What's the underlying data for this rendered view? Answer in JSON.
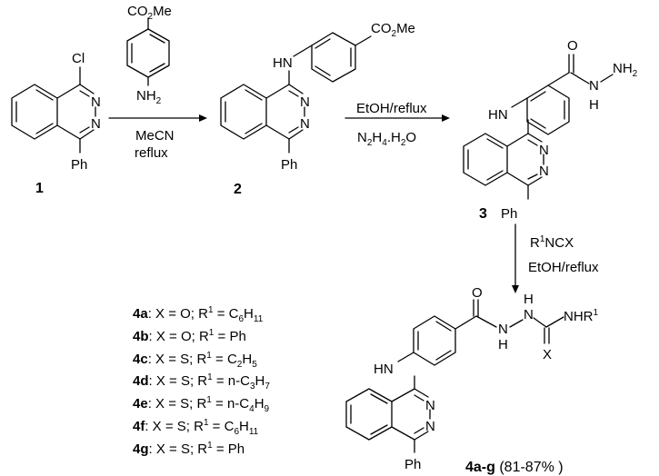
{
  "compounds": {
    "c1": {
      "label": "1",
      "cl": "Cl",
      "ph": "Ph",
      "n1": "N",
      "n2": "N"
    },
    "c2": {
      "label": "2",
      "hn": "HN",
      "co2me": "CO",
      "co2me_sub": "2",
      "co2me_tail": "Me",
      "ph": "Ph",
      "n1": "N",
      "n2": "N"
    },
    "c3": {
      "label": "3",
      "hn": "HN",
      "o": "O",
      "nh": "N",
      "nh_h": "H",
      "nh2": "NH",
      "nh2_sub": "2",
      "ph": "Ph",
      "n1": "N",
      "n2": "N"
    },
    "c4": {
      "label": "4a-g",
      "yield": " (81-87% )",
      "hn": "HN",
      "o": "O",
      "h1": "H",
      "n1": "N",
      "n2": "N",
      "h2": "H",
      "nhr": "NHR",
      "nhr_sup": "1",
      "x": "X",
      "ph": "Ph",
      "nr1": "N",
      "nr2": "N"
    },
    "reagent_aniline": {
      "co2me": "CO",
      "co2me_sub": "2",
      "co2me_tail": "Me",
      "nh2": "NH",
      "nh2_sub": "2"
    }
  },
  "arrows": [
    {
      "above": "",
      "below1": "MeCN",
      "below2": "reflux"
    },
    {
      "above": "EtOH/reflux",
      "below_main": "N",
      "below_sub1": "2",
      "below_mid": "H",
      "below_sub2": "4",
      "below_tail": ".H",
      "below_sub3": "2",
      "below_end": "O"
    },
    {
      "right1_main": "R",
      "right1_sup": "1",
      "right1_tail": "NCX",
      "right2": "EtOH/reflux"
    }
  ],
  "legend": [
    {
      "id": "4a",
      "pre": ": X = O; R",
      "sup": "1",
      "mid": " = C",
      "sub1": "6",
      "h": "H",
      "sub2": "11"
    },
    {
      "id": "4b",
      "pre": ": X = O; R",
      "sup": "1",
      "mid": " = Ph",
      "sub1": "",
      "h": "",
      "sub2": ""
    },
    {
      "id": "4c",
      "pre": ": X = S; R",
      "sup": "1",
      "mid": " = C",
      "sub1": "2",
      "h": "H",
      "sub2": "5"
    },
    {
      "id": "4d",
      "pre": ": X = S; R",
      "sup": "1",
      "mid": " = n-C",
      "sub1": "3",
      "h": "H",
      "sub2": "7"
    },
    {
      "id": "4e",
      "pre": ": X = S; R",
      "sup": "1",
      "mid": " = n-C",
      "sub1": "4",
      "h": "H",
      "sub2": "9"
    },
    {
      "id": "4f",
      "pre": ": X = S; R",
      "sup": "1",
      "mid": " = C",
      "sub1": "6",
      "h": "H",
      "sub2": "11"
    },
    {
      "id": "4g",
      "pre": ": X = S; R",
      "sup": "1",
      "mid": " = Ph",
      "sub1": "",
      "h": "",
      "sub2": ""
    }
  ]
}
